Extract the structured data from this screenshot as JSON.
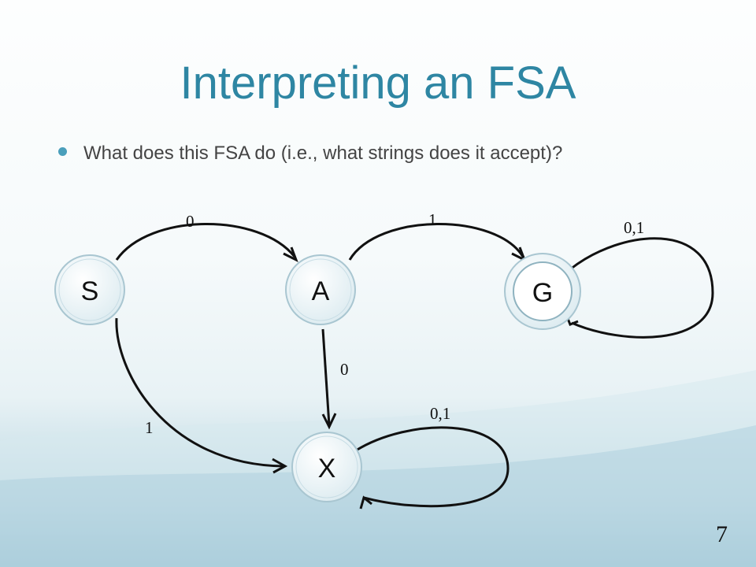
{
  "slide": {
    "title": "Interpreting an FSA",
    "bullet": "What does this FSA do (i.e., what strings does it accept)?",
    "page_number": "7"
  },
  "fsa": {
    "states": [
      {
        "id": "S",
        "label": "S",
        "accepting": false
      },
      {
        "id": "A",
        "label": "A",
        "accepting": false
      },
      {
        "id": "G",
        "label": "G",
        "accepting": true
      },
      {
        "id": "X",
        "label": "X",
        "accepting": false
      }
    ],
    "transitions": [
      {
        "from": "S",
        "to": "A",
        "label": "0"
      },
      {
        "from": "A",
        "to": "G",
        "label": "1"
      },
      {
        "from": "G",
        "to": "G",
        "label": "0,1"
      },
      {
        "from": "A",
        "to": "X",
        "label": "0"
      },
      {
        "from": "S",
        "to": "X",
        "label": "1"
      },
      {
        "from": "X",
        "to": "X",
        "label": "0,1"
      }
    ]
  },
  "colors": {
    "title": "#2e86a3",
    "bullet": "#4a9fbb",
    "text": "#444444"
  }
}
